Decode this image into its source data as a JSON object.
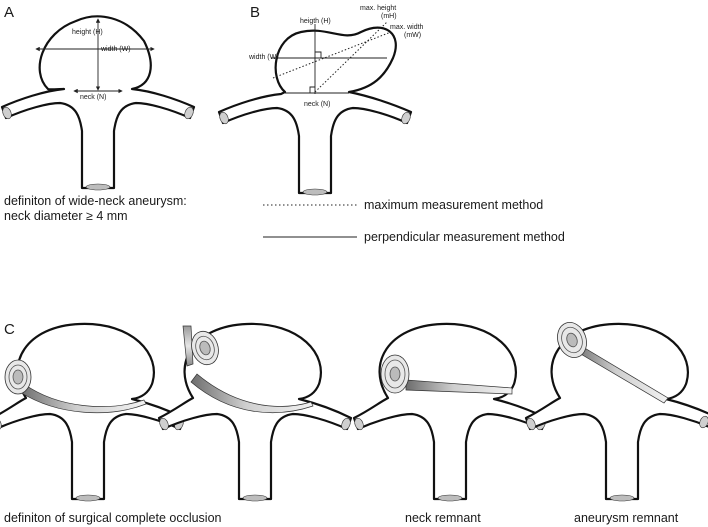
{
  "panels": {
    "a": {
      "letter": "A",
      "labels": {
        "height": "height (H)",
        "width": "width (W)",
        "neck": "neck (N)"
      },
      "caption_line1": "definiton of wide-neck aneurysm:",
      "caption_line2": "neck diameter ≥ 4 mm"
    },
    "b": {
      "letter": "B",
      "labels": {
        "height": "heigth (H)",
        "max_height_1": "max. height",
        "max_height_2": "(mH)",
        "max_width_1": "max. width",
        "max_width_2": "(mW)",
        "width": "width (W)",
        "neck": "neck (N)"
      }
    },
    "c": {
      "letter": "C",
      "captions": {
        "complete_occlusion": "definiton of surgical complete occlusion",
        "neck_remnant": "neck remnant",
        "aneurysm_remnant": "aneurysm remnant"
      }
    }
  },
  "legend": {
    "maximum": "maximum measurement method",
    "perpendicular": "perpendicular measurement method"
  }
}
